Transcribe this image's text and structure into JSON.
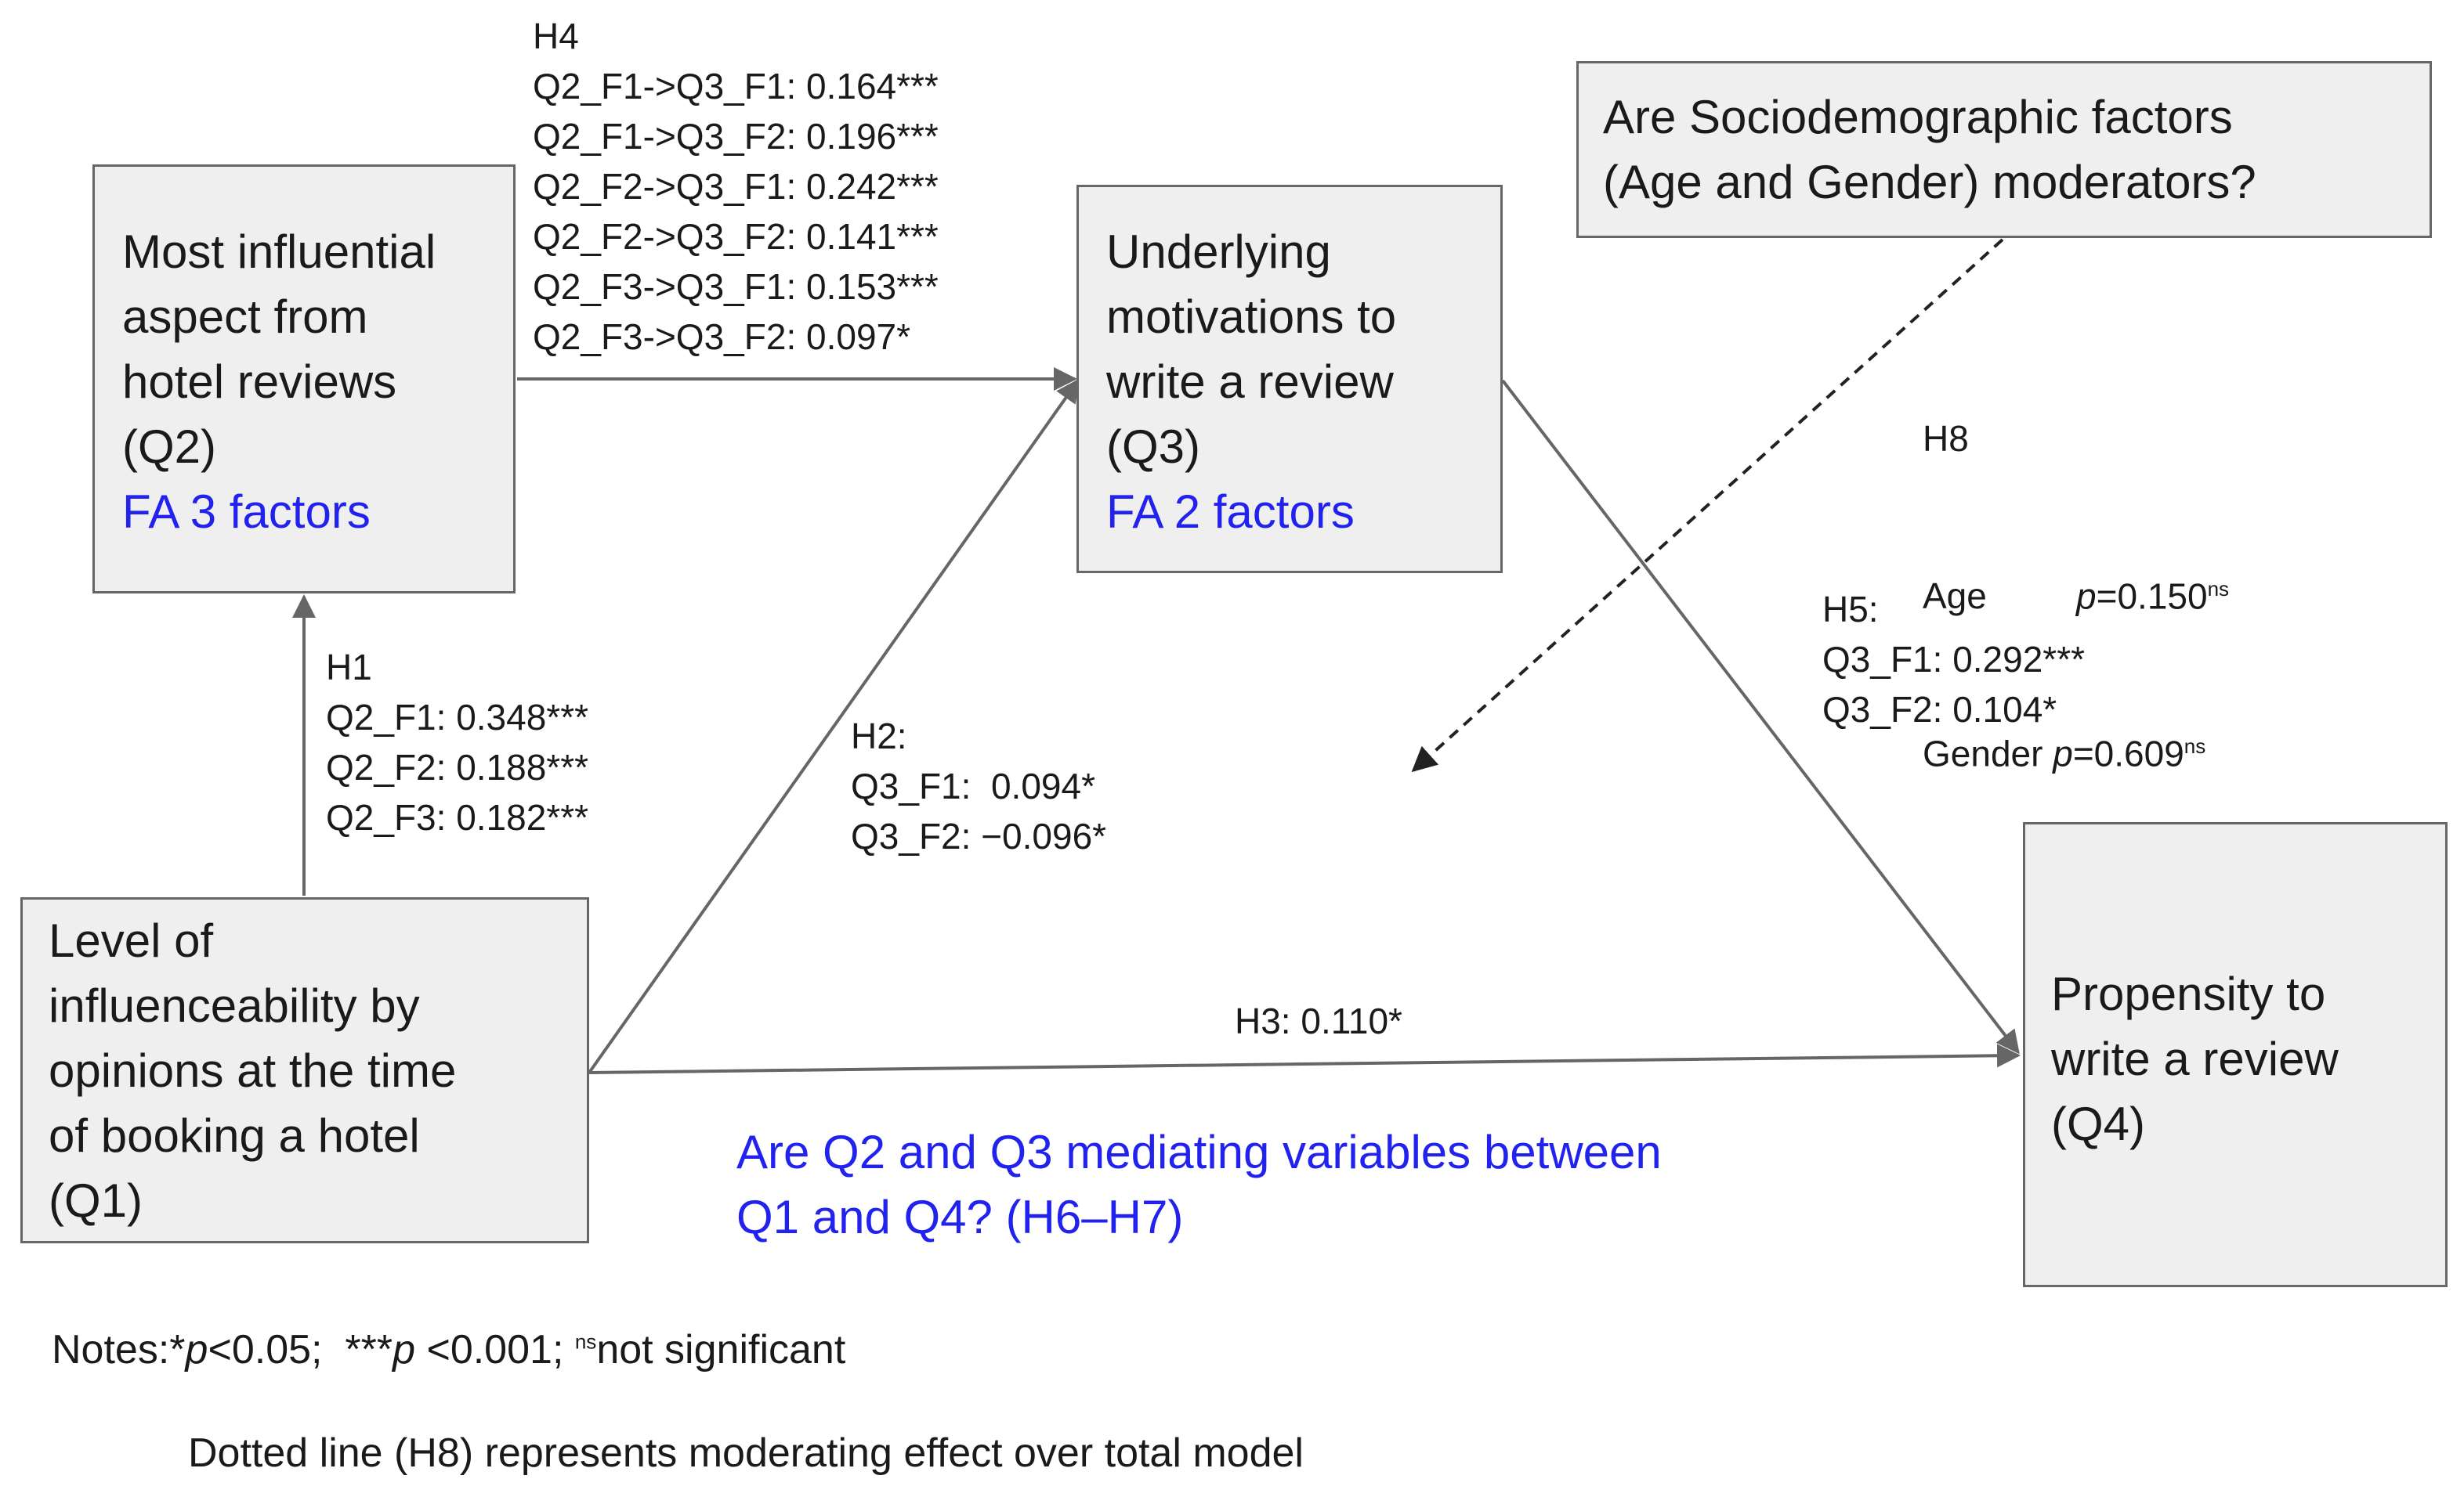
{
  "nodes": {
    "q2": {
      "lines": [
        "Most influential",
        "aspect from",
        "hotel reviews",
        "(Q2)"
      ],
      "sub": "FA 3 factors"
    },
    "q3": {
      "lines": [
        "Underlying",
        "motivations to",
        "write a review",
        "(Q3)"
      ],
      "sub": "FA 2 factors"
    },
    "q1": {
      "lines": [
        "Level of",
        "influenceability by",
        "opinions at the time",
        "of booking a hotel",
        "(Q1)"
      ]
    },
    "q4": {
      "lines": [
        "Propensity to",
        "write a review",
        "(Q4)"
      ]
    },
    "moderator": {
      "lines": [
        "Are Sociodemographic factors",
        "(Age and Gender) moderators?"
      ]
    }
  },
  "paths": {
    "h4": {
      "title": "H4",
      "values": [
        "Q2_F1->Q3_F1: 0.164***",
        "Q2_F1->Q3_F2: 0.196***",
        "Q2_F2->Q3_F1: 0.242***",
        "Q2_F2->Q3_F2: 0.141***",
        "Q2_F3->Q3_F1: 0.153***",
        "Q2_F3->Q3_F2: 0.097*"
      ]
    },
    "h1": {
      "title": "H1",
      "values": [
        "Q2_F1: 0.348***",
        "Q2_F2: 0.188***",
        "Q2_F3: 0.182***"
      ]
    },
    "h2": {
      "title": "H2:",
      "values": [
        "Q3_F1:  0.094*",
        "Q3_F2: −0.096*"
      ]
    },
    "h3": {
      "label": "H3: 0.110*"
    },
    "h5": {
      "title": "H5:",
      "values": [
        "Q3_F1: 0.292***",
        "Q3_F2: 0.104*"
      ]
    },
    "h8": {
      "title": "H8",
      "age_label": "Age",
      "age_p": "p",
      "age_value": "=0.150",
      "age_sup": "ns",
      "gender_label": "Gender",
      "gender_p": "p",
      "gender_value": "=0.609",
      "gender_sup": "ns"
    }
  },
  "mediation_question": [
    "Are Q2 and Q3 mediating variables between",
    "Q1 and Q4? (H6–H7)"
  ],
  "notes": {
    "prefix": "Notes:*",
    "p1": "p",
    "t1": "<0.05;  ***",
    "p2": "p",
    "t2": " <0.001; ",
    "ns": "ns",
    "t3": "not significant",
    "line2": "Dotted line (H8) represents moderating effect over total model"
  },
  "colors": {
    "box_fill": "#efefef",
    "box_border": "#666666",
    "accent_blue": "#2222ee",
    "arrow": "#666666"
  }
}
